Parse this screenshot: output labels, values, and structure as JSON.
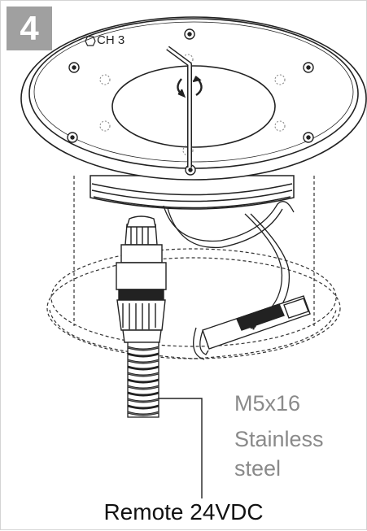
{
  "step": {
    "number": "4"
  },
  "tool_label": "CH 3",
  "screw": {
    "size": "M5x16",
    "material_line1": "Stainless",
    "material_line2": "steel"
  },
  "cable_label": "Remote 24VDC",
  "colors": {
    "badge": "#a0a0a0",
    "label_gray": "#8a8a8a",
    "line": "#222222"
  },
  "icons": [
    "hex-key-icon",
    "rotation-arrow-icon"
  ]
}
